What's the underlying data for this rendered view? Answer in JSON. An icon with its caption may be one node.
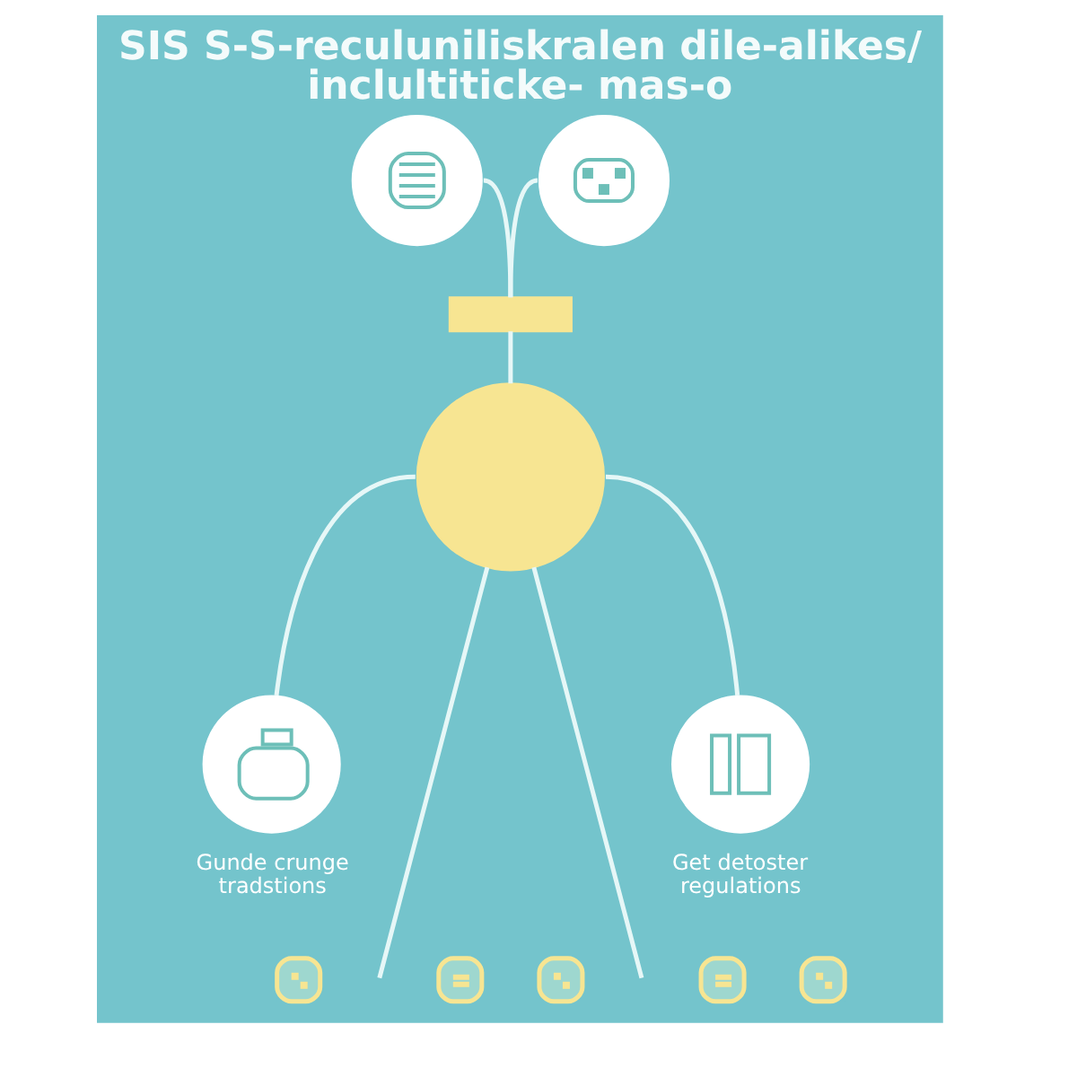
{
  "diagram": {
    "title": "SIS S-S-reculuniliskralen dile-alikes/ inclultiticke- mas-o",
    "nodes": [
      {
        "text": [],
        "shape": "circle"
      },
      {
        "text": [],
        "shape": "circle"
      },
      {
        "text": [],
        "shape": "bar"
      },
      {
        "text": [],
        "shape": "circle"
      },
      {
        "text": [],
        "shape": "circle",
        "beside": [
          "Gunde crunge tradstions"
        ]
      },
      {
        "text": [],
        "shape": "circle",
        "beside": [
          "Get detoster regulations"
        ]
      },
      {
        "text": [],
        "shape": "picture"
      },
      {
        "text": [],
        "shape": "picture"
      },
      {
        "text": [],
        "shape": "picture"
      },
      {
        "text": [],
        "shape": "picture"
      },
      {
        "text": [],
        "shape": "picture"
      }
    ],
    "edges": [
      {
        "from": 0,
        "to": 2,
        "arrow": "none"
      },
      {
        "from": 1,
        "to": 2,
        "arrow": "none"
      },
      {
        "from": 2,
        "to": 3,
        "arrow": "none"
      },
      {
        "from": 3,
        "to": 4,
        "arrow": "none"
      },
      {
        "from": 3,
        "to": null,
        "arrow": "none"
      },
      {
        "from": 3,
        "to": null,
        "arrow": "none"
      },
      {
        "from": 3,
        "to": 5,
        "arrow": "none"
      }
    ]
  }
}
